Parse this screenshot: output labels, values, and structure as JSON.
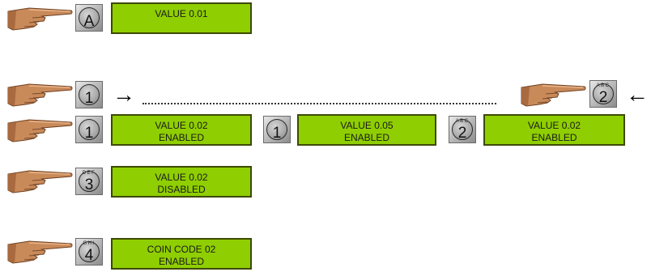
{
  "icons": {
    "hand": "pointing-hand-icon",
    "arrow_right": "→",
    "arrow_left": "←"
  },
  "colors": {
    "lcd_green": "#8fce00",
    "lcd_border": "#3d4a00",
    "key_gray": "#bdbdbd"
  },
  "rows": {
    "row_a": {
      "key": {
        "glyph": "A",
        "sub": ""
      },
      "display": {
        "line1": "VALUE 0.01",
        "line2": ""
      }
    },
    "row_sequence": {
      "key_left": {
        "glyph": "1",
        "sub": ""
      },
      "arrow_right": "→",
      "key_right": {
        "glyph": "2",
        "sub": "ABC"
      },
      "arrow_left": "←"
    },
    "row_1": {
      "items": [
        {
          "key": {
            "glyph": "1",
            "sub": ""
          },
          "line1": "VALUE 0.02",
          "line2": "ENABLED"
        },
        {
          "key": {
            "glyph": "1",
            "sub": ""
          },
          "line1": "VALUE 0.05",
          "line2": "ENABLED"
        },
        {
          "key": {
            "glyph": "2",
            "sub": "ABC"
          },
          "line1": "VALUE 0.02",
          "line2": "ENABLED"
        }
      ]
    },
    "row_3": {
      "key": {
        "glyph": "3",
        "sub": "DEF"
      },
      "display": {
        "line1": "VALUE 0.02",
        "line2": "DISABLED"
      }
    },
    "row_4": {
      "key": {
        "glyph": "4",
        "sub": "GHI"
      },
      "display": {
        "line1": "COIN CODE 02",
        "line2": "ENABLED"
      }
    }
  }
}
